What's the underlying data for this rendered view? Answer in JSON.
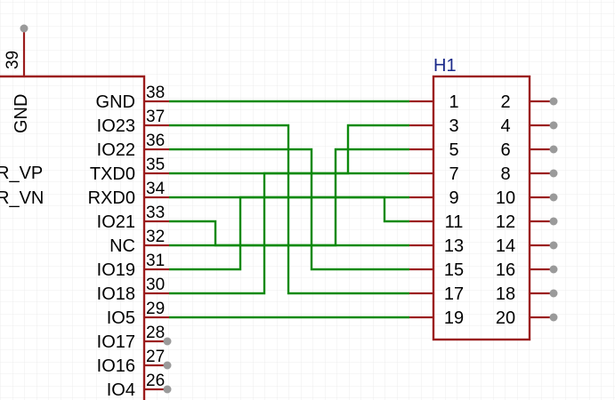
{
  "colors": {
    "grid": "#e9e9e9",
    "body_stroke": "#9b1c1c",
    "wire": "#0c8a0c",
    "pin_dot": "#9a9a9a",
    "text": "#000000",
    "ref": "#1b2a8a"
  },
  "left_component": {
    "top_pin": {
      "name": "GND",
      "number": "39"
    },
    "partial_labels": [
      "R_VP",
      "R_VN"
    ],
    "pins": [
      {
        "name": "GND",
        "number": "38"
      },
      {
        "name": "IO23",
        "number": "37"
      },
      {
        "name": "IO22",
        "number": "36"
      },
      {
        "name": "TXD0",
        "number": "35"
      },
      {
        "name": "RXD0",
        "number": "34"
      },
      {
        "name": "IO21",
        "number": "33"
      },
      {
        "name": "NC",
        "number": "32"
      },
      {
        "name": "IO19",
        "number": "31"
      },
      {
        "name": "IO18",
        "number": "30"
      },
      {
        "name": "IO5",
        "number": "29"
      },
      {
        "name": "IO17",
        "number": "28"
      },
      {
        "name": "IO16",
        "number": "27"
      },
      {
        "name": "IO4",
        "number": "26"
      }
    ]
  },
  "header": {
    "ref": "H1",
    "left_numbers": [
      "1",
      "3",
      "5",
      "7",
      "9",
      "11",
      "13",
      "15",
      "17",
      "19"
    ],
    "right_numbers": [
      "2",
      "4",
      "6",
      "8",
      "10",
      "12",
      "14",
      "16",
      "18",
      "20"
    ]
  },
  "connections": [
    {
      "from": "GND",
      "to": "1"
    },
    {
      "from": "IO23",
      "to": "17"
    },
    {
      "from": "IO22",
      "to": "15"
    },
    {
      "from": "TXD0",
      "to": "3"
    },
    {
      "from": "RXD0",
      "to": "11"
    },
    {
      "from": "IO21",
      "to": "13"
    },
    {
      "from": "NC",
      "to": "5"
    },
    {
      "from": "IO19",
      "to": "9"
    },
    {
      "from": "IO18",
      "to": "7"
    },
    {
      "from": "IO5",
      "to": "19"
    }
  ]
}
